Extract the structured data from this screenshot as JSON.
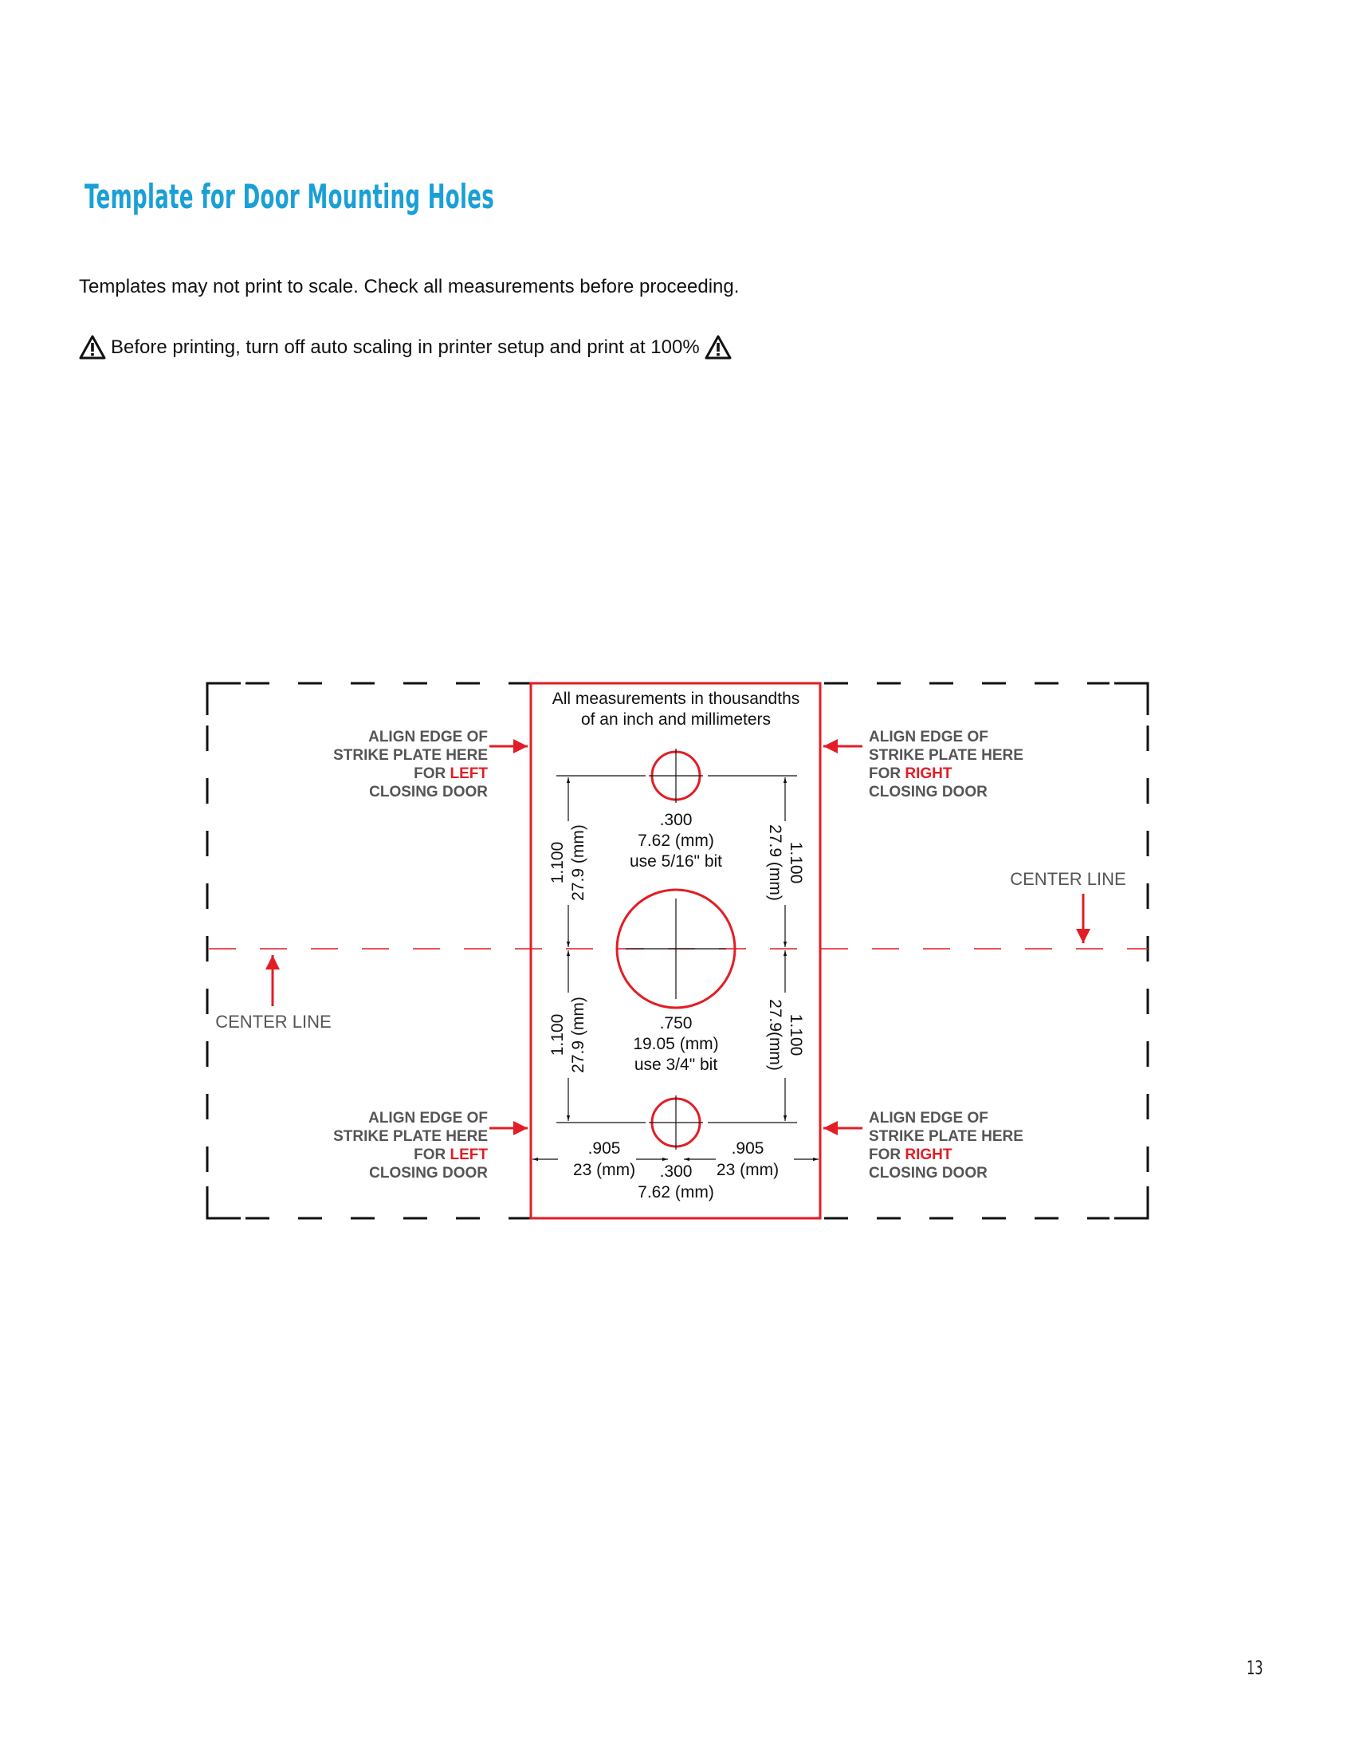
{
  "title": "Template for Door Mounting Holes",
  "notice_scale": "Templates may not print to scale. Check all measurements before proceeding.",
  "notice_print": "Before printing, turn off auto scaling in printer setup and print at 100%",
  "icons": {
    "warning": "warning-triangle-icon",
    "arrow": "red-arrow-icon"
  },
  "colors": {
    "title": "#1aa0d6",
    "accent_red": "#e21d25",
    "label_gray": "#555555"
  },
  "template": {
    "header_line1": "All measurements in thousandths",
    "header_line2": "of an inch and millimeters",
    "align": {
      "left_top": {
        "l1": "ALIGN EDGE OF",
        "l2": "STRIKE PLATE HERE",
        "for": "FOR",
        "side": "LEFT",
        "l4": "CLOSING DOOR"
      },
      "left_bottom": {
        "l1": "ALIGN EDGE OF",
        "l2": "STRIKE PLATE HERE",
        "for": "FOR",
        "side": "LEFT",
        "l4": "CLOSING DOOR"
      },
      "right_top": {
        "l1": "ALIGN EDGE OF",
        "l2": "STRIKE PLATE HERE",
        "for": "FOR",
        "side": "RIGHT",
        "l4": "CLOSING DOOR"
      },
      "right_bottom": {
        "l1": "ALIGN EDGE OF",
        "l2": "STRIKE PLATE HERE",
        "for": "FOR",
        "side": "RIGHT",
        "l4": "CLOSING DOOR"
      }
    },
    "center_line_right": "CENTER LINE",
    "center_line_left": "CENTER LINE",
    "small_hole": {
      "in": ".300",
      "mm": "7.62 (mm)",
      "bit": "use 5/16\" bit"
    },
    "large_hole": {
      "in": ".750",
      "mm": "19.05 (mm)",
      "bit": "use 3/4\" bit"
    },
    "vert_dims": {
      "left_upper": {
        "in": "1.100",
        "mm": "27.9 (mm)"
      },
      "left_lower": {
        "in": "1.100",
        "mm": "27.9 (mm)"
      },
      "right_upper": {
        "in": "1.100",
        "mm": "27.9 (mm)"
      },
      "right_lower": {
        "in": "1.100",
        "mm": "27.9(mm)"
      }
    },
    "horiz_dims": {
      "left": {
        "in": ".905",
        "mm": "23 (mm)"
      },
      "right": {
        "in": ".905",
        "mm": "23 (mm)"
      },
      "center": {
        "in": ".300",
        "mm": "7.62 (mm)"
      }
    }
  },
  "page_number": "13"
}
